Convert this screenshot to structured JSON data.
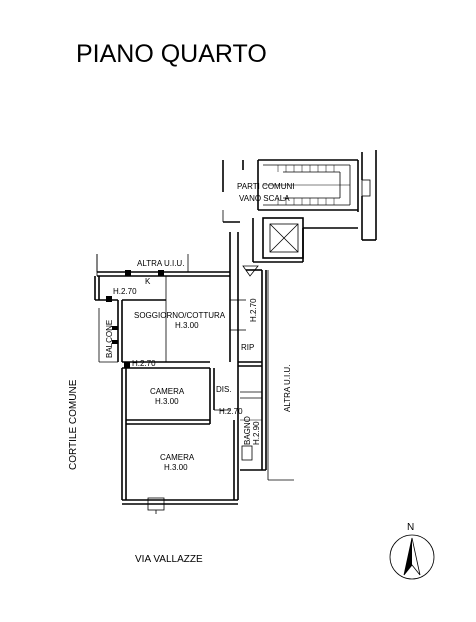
{
  "title": "PIANO QUARTO",
  "labels": {
    "parti_comuni": "PARTI COMUNI",
    "vano_scala": "VANO SCALA",
    "altra_uiu_top": "ALTRA U.I.U.",
    "altra_uiu_right": "ALTRA U.I.U.",
    "k": "K",
    "h270_top": "H.2.70",
    "soggiorno": "SOGGIORNO/COTTURA",
    "soggiorno_h": "H.3.00",
    "h270_vertical": "H.2.70",
    "rip": "RIP",
    "balcone": "BALCONE",
    "h270_balcone": "H.2.70",
    "camera1": "CAMERA",
    "camera1_h": "H.3.00",
    "dis": "DIS.",
    "h270_dis": "H.2.70",
    "bagno": "BAGNO",
    "bagno_h": "H.2.90",
    "camera2": "CAMERA",
    "camera2_h": "H.3.00",
    "cortile": "CORTILE COMUNE",
    "via": "VIA VALLAZZE",
    "north": "N"
  }
}
